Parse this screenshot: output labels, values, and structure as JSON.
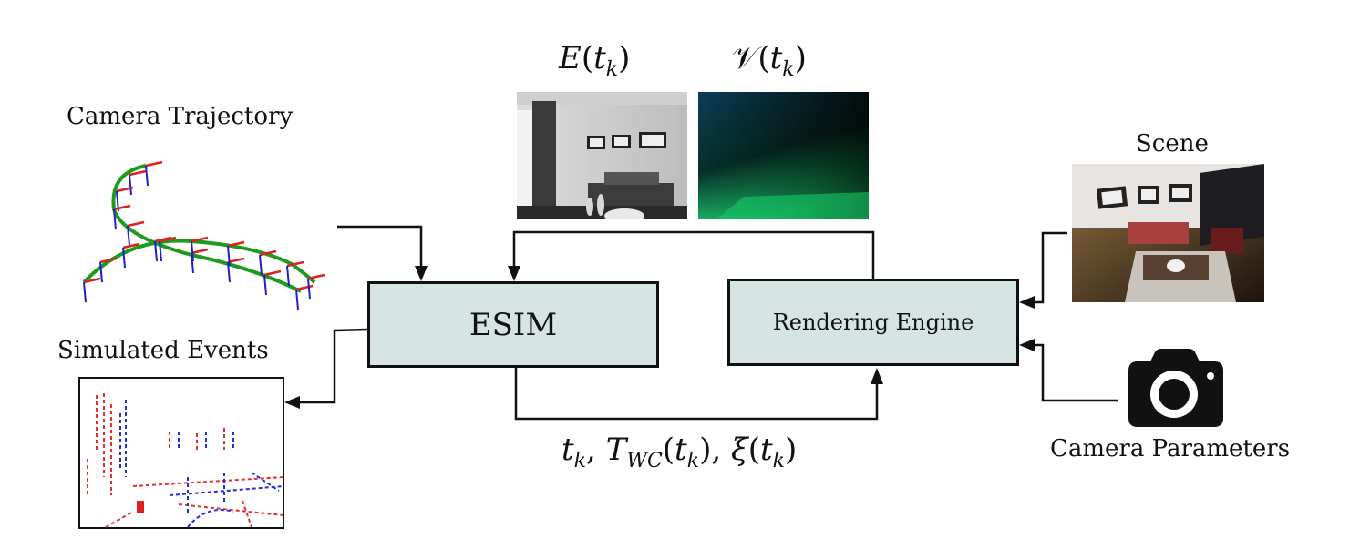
{
  "diagram": {
    "labels": {
      "camera_trajectory": "Camera Trajectory",
      "simulated_events": "Simulated Events",
      "scene": "Scene",
      "camera_parameters": "Camera Parameters",
      "intensity_frame": "E(t_k)",
      "depth_map": "V(t_k)",
      "pose_params": "t_k, T_WC(t_k), ξ(t_k)"
    },
    "math": {
      "E": "E",
      "V": "𝒱",
      "t": "t",
      "k": "k",
      "T": "T",
      "WC": "WC",
      "xi": "ξ",
      "open": "(",
      "close": ")",
      "comma": ", "
    },
    "boxes": {
      "esim": "ESIM",
      "rendering_engine": "Rendering Engine"
    },
    "colors": {
      "box_fill": "#d6e3e3",
      "trajectory_green": "#1e9a1e",
      "axis_red": "#e02020",
      "axis_blue": "#2020c8",
      "event_positive": "#e02020",
      "event_negative": "#2020e0"
    }
  }
}
